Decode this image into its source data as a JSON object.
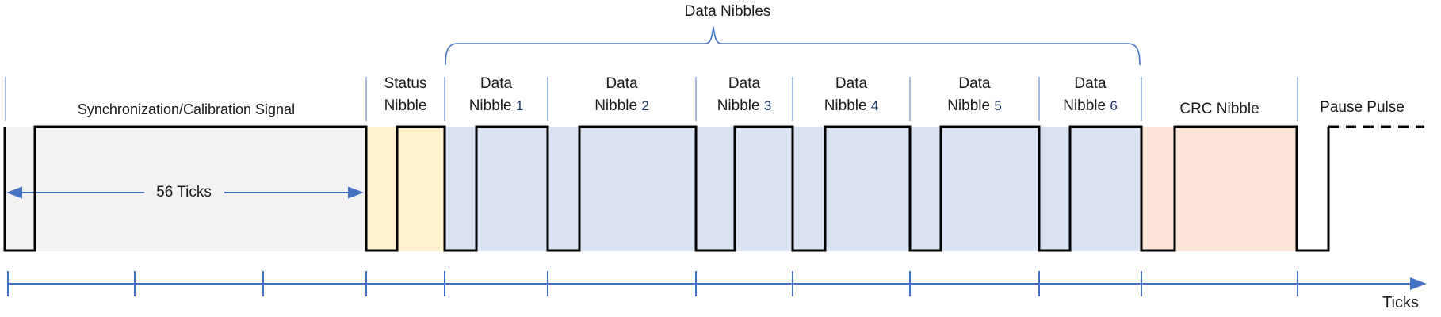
{
  "diagram": {
    "top_label": "Data Nibbles",
    "sync": {
      "label": "Synchronization/Calibration Signal",
      "width_annotation": "56 Ticks"
    },
    "status": {
      "line1": "Status",
      "line2": "Nibble"
    },
    "nibbles": [
      {
        "line1": "Data",
        "line2": "Nibble",
        "number": "1"
      },
      {
        "line1": "Data",
        "line2": "Nibble",
        "number": "2"
      },
      {
        "line1": "Data",
        "line2": "Nibble",
        "number": "3"
      },
      {
        "line1": "Data",
        "line2": "Nibble",
        "number": "4"
      },
      {
        "line1": "Data",
        "line2": "Nibble",
        "number": "5"
      },
      {
        "line1": "Data",
        "line2": "Nibble",
        "number": "6"
      }
    ],
    "crc": {
      "label": "CRC Nibble"
    },
    "pause": {
      "label": "Pause Pulse"
    },
    "axis": {
      "label": "Ticks"
    }
  },
  "colors": {
    "sync_fill": "#f2f2f2",
    "status_fill": "#fff2cc",
    "data_fill": "#dae3f3",
    "crc_fill": "#fbe5d6",
    "accent_blue": "#4472c4",
    "separator_blue": "#8faadc",
    "waveform": "#000000",
    "nibble_number": "#1f3864"
  }
}
